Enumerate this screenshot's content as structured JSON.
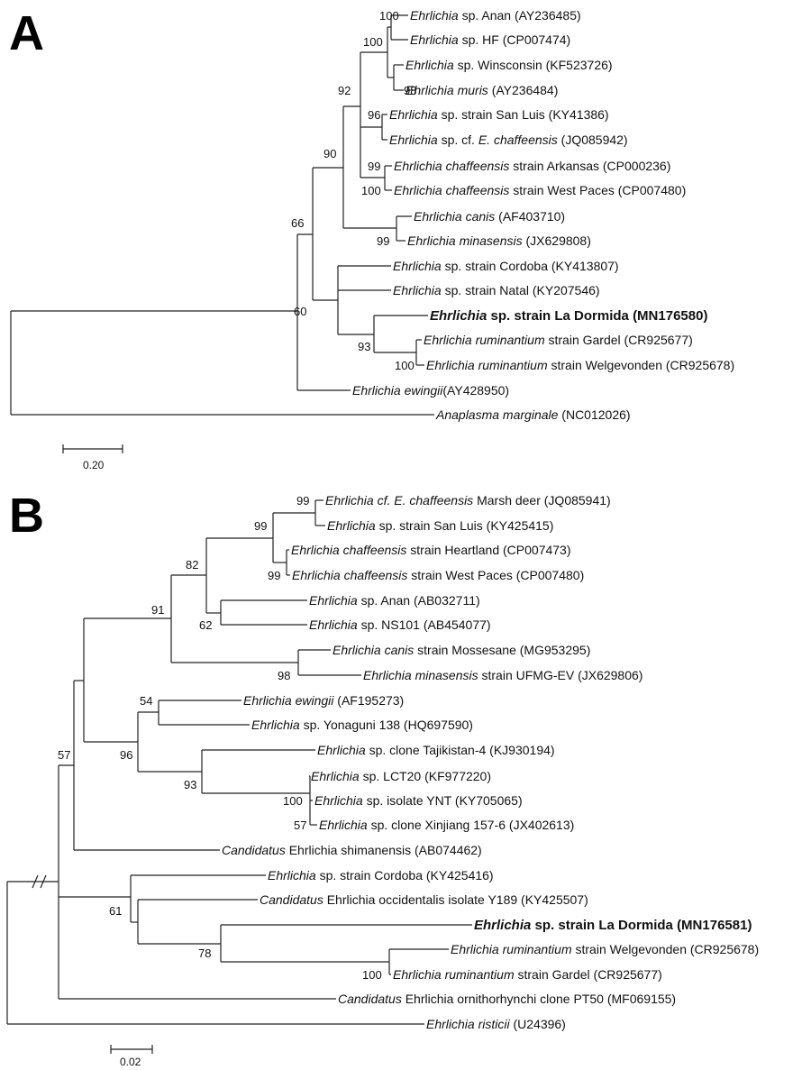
{
  "panels": [
    {
      "letter": "A",
      "tips": [
        {
          "id": "a1",
          "parts": [
            {
              "t": "Ehrlichia",
              "i": true
            },
            {
              "t": " sp. Anan (AY236485)"
            }
          ]
        },
        {
          "id": "a2",
          "parts": [
            {
              "t": "Ehrlichia",
              "i": true
            },
            {
              "t": " sp. HF (CP007474)"
            }
          ]
        },
        {
          "id": "a3",
          "parts": [
            {
              "t": "Ehrlichia",
              "i": true
            },
            {
              "t": " sp. Winsconsin (KF523726)"
            }
          ]
        },
        {
          "id": "a4",
          "parts": [
            {
              "t": "Ehrlichia muris",
              "i": true
            },
            {
              "t": " (AY236484)"
            }
          ]
        },
        {
          "id": "a5",
          "parts": [
            {
              "t": "Ehrlichia",
              "i": true
            },
            {
              "t": " sp. strain San Luis (KY41386)"
            }
          ]
        },
        {
          "id": "a6",
          "parts": [
            {
              "t": "Ehrlichia",
              "i": true
            },
            {
              "t": " sp. cf. "
            },
            {
              "t": "E. chaffeensis",
              "i": true
            },
            {
              "t": " (JQ085942)"
            }
          ]
        },
        {
          "id": "a7",
          "parts": [
            {
              "t": "Ehrlichia chaffeensis",
              "i": true
            },
            {
              "t": " strain Arkansas (CP000236)"
            }
          ]
        },
        {
          "id": "a8",
          "parts": [
            {
              "t": "Ehrlichia chaffeensis",
              "i": true
            },
            {
              "t": " strain West Paces (CP007480)"
            }
          ]
        },
        {
          "id": "a9",
          "parts": [
            {
              "t": "Ehrlichia canis",
              "i": true
            },
            {
              "t": " (AF403710)"
            }
          ]
        },
        {
          "id": "a10",
          "parts": [
            {
              "t": "Ehrlichia minasensis",
              "i": true
            },
            {
              "t": " (JX629808)"
            }
          ]
        },
        {
          "id": "a11",
          "parts": [
            {
              "t": "Ehrlichia",
              "i": true
            },
            {
              "t": " sp. strain Cordoba (KY413807)"
            }
          ]
        },
        {
          "id": "a12",
          "parts": [
            {
              "t": "Ehrlichia",
              "i": true
            },
            {
              "t": " sp. strain Natal (KY207546)"
            }
          ]
        },
        {
          "id": "a13",
          "bold": true,
          "parts": [
            {
              "t": "Ehrlichia",
              "i": true
            },
            {
              "t": " sp. strain La Dormida (MN176580)"
            }
          ]
        },
        {
          "id": "a14",
          "parts": [
            {
              "t": "Ehrlichia ruminantium",
              "i": true
            },
            {
              "t": " strain Gardel (CR925677)"
            }
          ]
        },
        {
          "id": "a15",
          "parts": [
            {
              "t": "Ehrlichia ruminantium",
              "i": true
            },
            {
              "t": " strain Welgevonden (CR925678)"
            }
          ]
        },
        {
          "id": "a16",
          "parts": [
            {
              "t": "Ehrlichia ewingii",
              "i": true
            },
            {
              "t": "(AY428950)"
            }
          ]
        },
        {
          "id": "a17",
          "parts": [
            {
              "t": "Anaplasma marginale",
              "i": true
            },
            {
              "t": " (NC012026)"
            }
          ]
        }
      ],
      "bootstrap": [
        "100",
        "100",
        "98",
        "96",
        "99",
        "100",
        "92",
        "90",
        "99",
        "66",
        "60",
        "93",
        "100"
      ],
      "scale_label": "0.20"
    },
    {
      "letter": "B",
      "tips": [
        {
          "id": "b1",
          "parts": [
            {
              "t": "Ehrlichia cf. E. chaffeensis",
              "i": true
            },
            {
              "t": " Marsh deer (JQ085941)"
            }
          ]
        },
        {
          "id": "b2",
          "parts": [
            {
              "t": "Ehrlichia",
              "i": true
            },
            {
              "t": " sp. strain San Luis (KY425415)"
            }
          ]
        },
        {
          "id": "b3",
          "parts": [
            {
              "t": "Ehrlichia chaffeensis",
              "i": true
            },
            {
              "t": " strain Heartland (CP007473)"
            }
          ]
        },
        {
          "id": "b4",
          "parts": [
            {
              "t": "Ehrlichia chaffeensis",
              "i": true
            },
            {
              "t": " strain West Paces (CP007480)"
            }
          ]
        },
        {
          "id": "b5",
          "parts": [
            {
              "t": "Ehrlichia",
              "i": true
            },
            {
              "t": " sp. Anan (AB032711)"
            }
          ]
        },
        {
          "id": "b6",
          "parts": [
            {
              "t": "Ehrlichia",
              "i": true
            },
            {
              "t": " sp. NS101 (AB454077)"
            }
          ]
        },
        {
          "id": "b7",
          "parts": [
            {
              "t": "Ehrlichia canis",
              "i": true
            },
            {
              "t": " strain Mossesane (MG953295)"
            }
          ]
        },
        {
          "id": "b8",
          "parts": [
            {
              "t": "Ehrlichia minasensis",
              "i": true
            },
            {
              "t": " strain UFMG-EV (JX629806)"
            }
          ]
        },
        {
          "id": "b9",
          "parts": [
            {
              "t": "Ehrlichia ewingii",
              "i": true
            },
            {
              "t": " (AF195273)"
            }
          ]
        },
        {
          "id": "b10",
          "parts": [
            {
              "t": "Ehrlichia",
              "i": true
            },
            {
              "t": " sp. Yonaguni 138 (HQ697590)"
            }
          ]
        },
        {
          "id": "b11",
          "parts": [
            {
              "t": "Ehrlichia",
              "i": true
            },
            {
              "t": " sp. clone Tajikistan-4 (KJ930194)"
            }
          ]
        },
        {
          "id": "b12",
          "parts": [
            {
              "t": "Ehrlichia",
              "i": true
            },
            {
              "t": " sp. LCT20 (KF977220)"
            }
          ]
        },
        {
          "id": "b13",
          "parts": [
            {
              "t": "Ehrlichia",
              "i": true
            },
            {
              "t": " sp. isolate YNT (KY705065)"
            }
          ]
        },
        {
          "id": "b14",
          "parts": [
            {
              "t": "Ehrlichia",
              "i": true
            },
            {
              "t": " sp. clone Xinjiang 157-6 (JX402613)"
            }
          ]
        },
        {
          "id": "b15",
          "parts": [
            {
              "t": "Candidatus",
              "i": true
            },
            {
              "t": " Ehrlichia shimanensis (AB074462)"
            }
          ]
        },
        {
          "id": "b16",
          "parts": [
            {
              "t": "Ehrlichia",
              "i": true
            },
            {
              "t": " sp. strain Cordoba (KY425416)"
            }
          ]
        },
        {
          "id": "b17",
          "parts": [
            {
              "t": "Candidatus",
              "i": true
            },
            {
              "t": " Ehrlichia occidentalis isolate Y189 (KY425507)"
            }
          ]
        },
        {
          "id": "b18",
          "bold": true,
          "parts": [
            {
              "t": "Ehrlichia",
              "i": true
            },
            {
              "t": " sp. strain La Dormida (MN176581)"
            }
          ]
        },
        {
          "id": "b19",
          "parts": [
            {
              "t": "Ehrlichia ruminantium",
              "i": true
            },
            {
              "t": " strain Welgevonden (CR925678)"
            }
          ]
        },
        {
          "id": "b20",
          "parts": [
            {
              "t": "Ehrlichia ruminantium",
              "i": true
            },
            {
              "t": " strain Gardel (CR925677)"
            }
          ]
        },
        {
          "id": "b21",
          "parts": [
            {
              "t": "Candidatus",
              "i": true
            },
            {
              "t": " Ehrlichia ornithorhynchi clone PT50 (MF069155)"
            }
          ]
        },
        {
          "id": "b22",
          "parts": [
            {
              "t": "Ehrlichia ristic",
              "i": true
            },
            {
              "t": "ii",
              "i": true
            },
            {
              "t": " (U24396)"
            }
          ]
        }
      ],
      "bootstrap": [
        "99",
        "99",
        "99",
        "82",
        "62",
        "91",
        "98",
        "54",
        "96",
        "93",
        "100",
        "57",
        "57",
        "61",
        "78",
        "100"
      ],
      "scale_label": "0.02"
    }
  ]
}
